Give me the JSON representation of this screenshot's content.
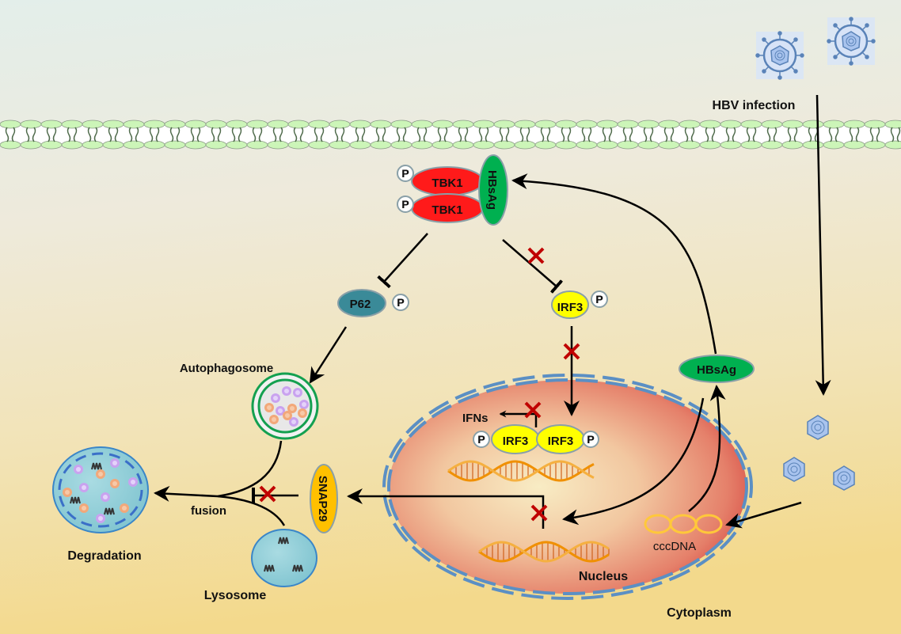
{
  "title": "HBV / HBsAg inhibition of TBK1 signaling, autophagy and IFN production",
  "labels": {
    "hbv_infection": "HBV infection",
    "tbk1": "TBK1",
    "phospho": "P",
    "hbsag": "HBsAg",
    "p62": "P62",
    "irf3": "IRF3",
    "autophagosome": "Autophagosome",
    "ifns": "IFNs",
    "snap29": "SNAP29",
    "fusion": "fusion",
    "degradation": "Degradation",
    "lysosome": "Lysosome",
    "nucleus": "Nucleus",
    "cccdna": "cccDNA",
    "cytoplasm": "Cytoplasm"
  },
  "colors": {
    "tbk1": "#ff1a1a",
    "hbsag": "#00b050",
    "p62": "#3a8a98",
    "irf3": "#ffff00",
    "snap29": "#ffc000",
    "block_x": "#c00000",
    "dna": "#f09000",
    "nucleus_membrane": "#5b8fc4",
    "membrane_head": "#ccf5b8",
    "virus": "#a9c4ee"
  },
  "edges": [
    {
      "from": "TBK1-HBsAg complex",
      "to": "P62",
      "type": "phosphorylation"
    },
    {
      "from": "TBK1-HBsAg complex",
      "to": "IRF3",
      "type": "phosphorylation",
      "blocked": true
    },
    {
      "from": "IRF3",
      "to": "IRF3 dimer (nucleus)",
      "type": "translocation",
      "blocked": true
    },
    {
      "from": "IRF3 dimer",
      "to": "IFNs",
      "type": "induction",
      "blocked": true
    },
    {
      "from": "P62",
      "to": "Autophagosome",
      "type": "activation"
    },
    {
      "from": "Nucleus DNA",
      "to": "SNAP29",
      "type": "expression",
      "blocked": true
    },
    {
      "from": "SNAP29",
      "to": "fusion",
      "type": "promotion",
      "blocked": true
    },
    {
      "from": "fusion",
      "to": "Degradation",
      "type": "activation"
    },
    {
      "from": "HBV infection",
      "to": "cccDNA",
      "type": "infection"
    },
    {
      "from": "cccDNA",
      "to": "HBsAg",
      "type": "expression"
    },
    {
      "from": "HBsAg",
      "to": "TBK1-HBsAg complex",
      "type": "binding"
    },
    {
      "from": "HBsAg",
      "to": "Nucleus DNA",
      "type": "regulation"
    }
  ]
}
